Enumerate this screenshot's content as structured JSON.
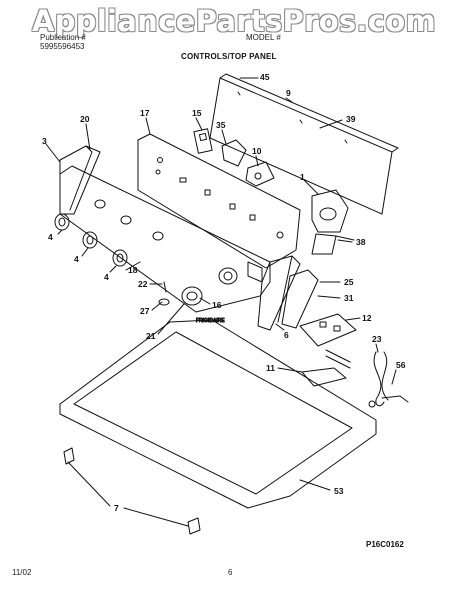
{
  "header": {
    "watermark": "AppliancePartsPros.com",
    "brand": "Publication #",
    "pub_number": "5995596453",
    "model_label": "MODEL #",
    "section_title": "CONTROLS/TOP PANEL"
  },
  "diagram_code": "P16C0162",
  "footer": {
    "date": "11/02",
    "page": "6"
  },
  "parts": [
    "45",
    "9",
    "39",
    "20",
    "17",
    "15",
    "35",
    "10",
    "1",
    "3",
    "38",
    "25",
    "31",
    "12",
    "11",
    "23",
    "56",
    "53",
    "16",
    "22",
    "27",
    "21",
    "18",
    "6",
    "4",
    "7"
  ]
}
